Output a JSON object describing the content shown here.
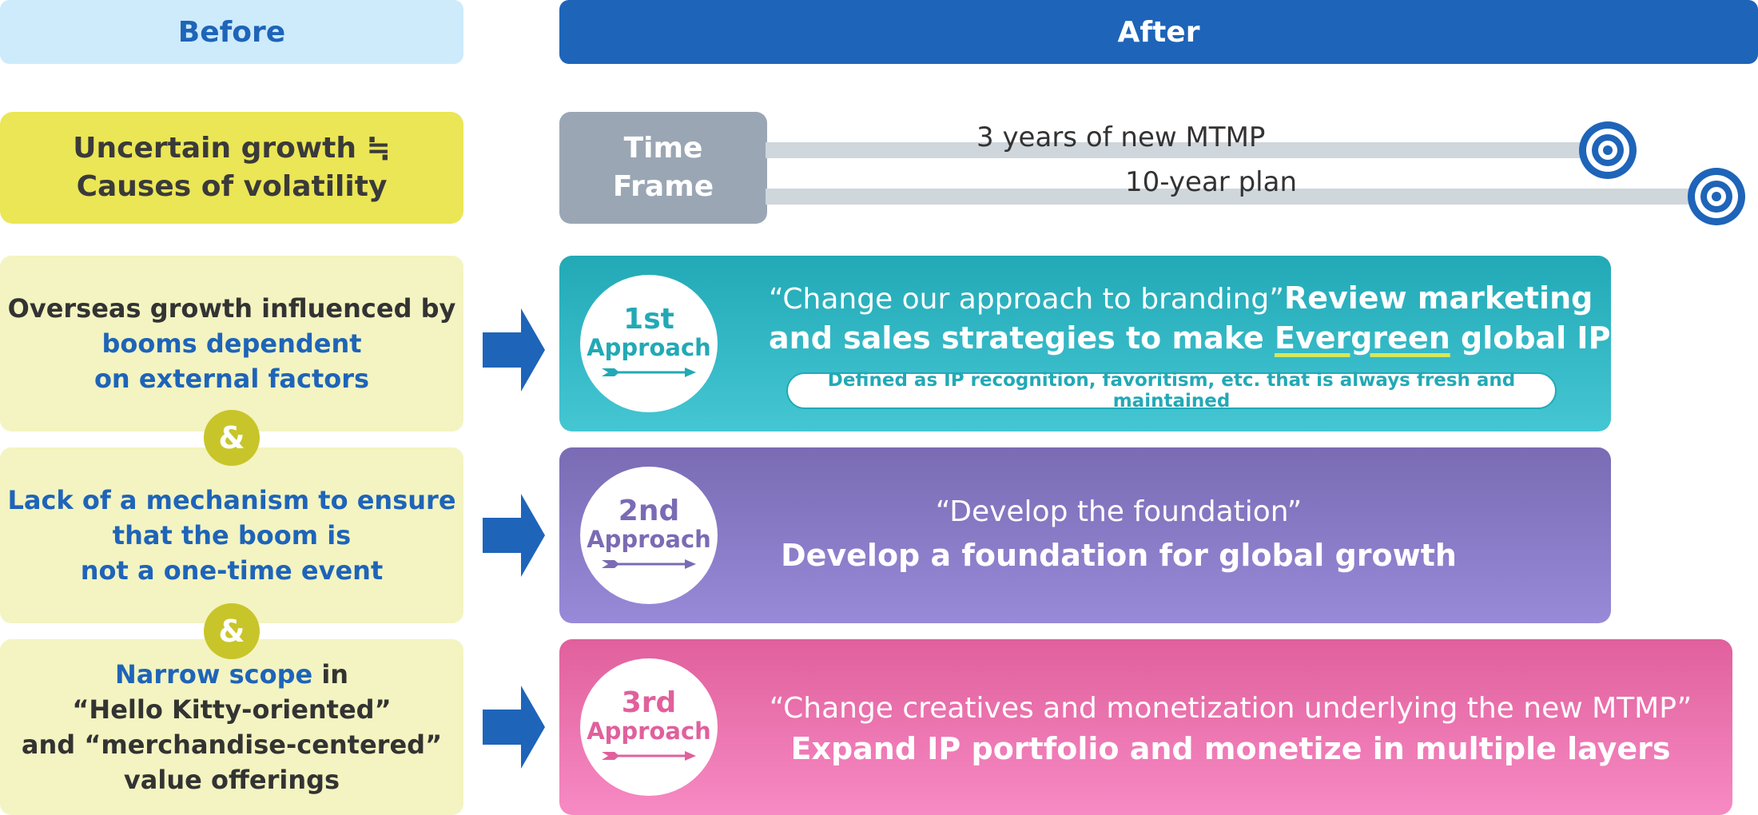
{
  "headers": {
    "before": "Before",
    "after": "After"
  },
  "uncertain": {
    "line1": "Uncertain growth ≒",
    "line2": "Causes of volatility"
  },
  "timeframe": {
    "label_line1": "Time",
    "label_line2": "Frame",
    "track1": "3 years of new MTMP",
    "track2": "10-year plan"
  },
  "before": [
    {
      "line1": "Overseas growth influenced by",
      "line2": "booms dependent",
      "line3": "on external factors"
    },
    {
      "line1": "Lack of a mechanism to ensure",
      "line2": "that the boom is",
      "line3": "not a one-time event"
    },
    {
      "line1_blue": "Narrow scope",
      "line1_rest": " in",
      "line2": "“Hello Kitty-oriented”",
      "line3": "and “merchandise-centered”",
      "line4": "value offerings"
    }
  ],
  "connector": "&",
  "approaches": [
    {
      "num": "1st",
      "word": "Approach",
      "quote": "“Change our approach to branding”",
      "bold_a": "Review marketing",
      "bold_b_pre": "and sales strategies to make ",
      "bold_b_em": "Evergreen",
      "bold_b_post": " global IP",
      "note": "Defined as IP recognition, favoritism, etc. that is always fresh and maintained"
    },
    {
      "num": "2nd",
      "word": "Approach",
      "quote": "“Develop the foundation”",
      "bold": "Develop a foundation for global growth"
    },
    {
      "num": "3rd",
      "word": "Approach",
      "quote": "“Change creatives and monetization underlying the new MTMP”",
      "bold": "Expand IP portfolio and monetize in multiple layers"
    }
  ],
  "colors": {
    "blue": "#1e64b9",
    "yellow": "#ebe655",
    "pale_yellow": "#f3f4c1",
    "teal": "#22a9b6",
    "purple": "#7a6bb4",
    "pink": "#e0609c"
  },
  "icons": [
    "target-icon",
    "arrow-right-icon",
    "approach-arrow-icon"
  ]
}
